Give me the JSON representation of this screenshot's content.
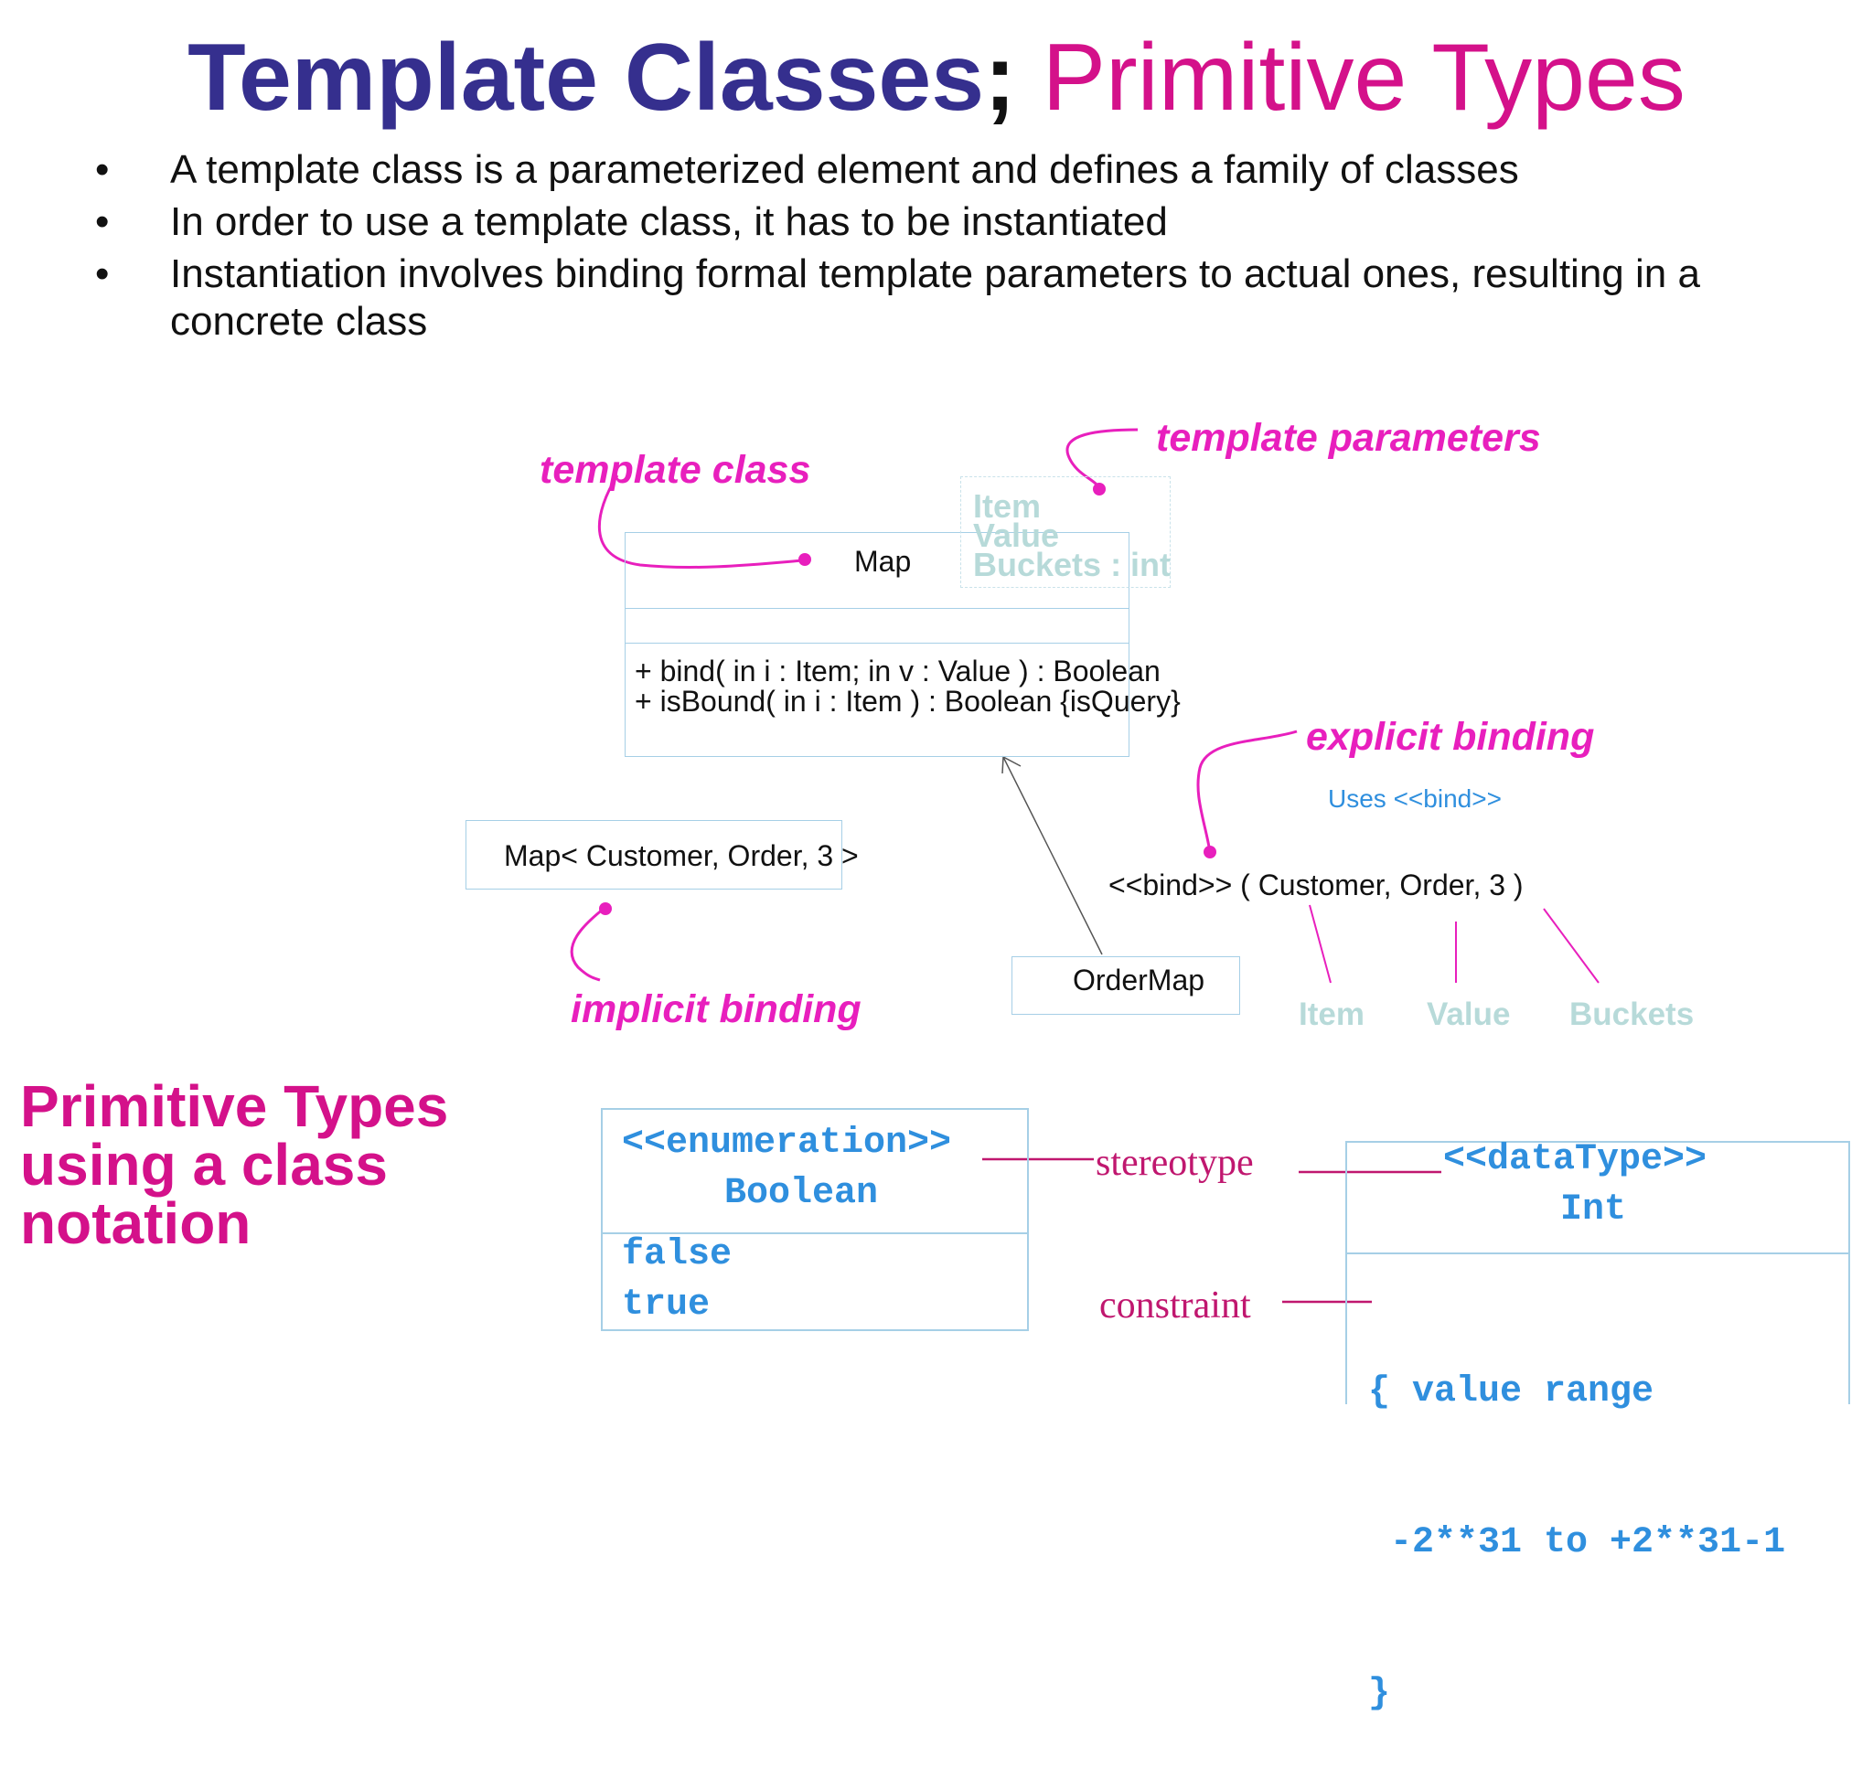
{
  "title": {
    "part1": "Template Classes",
    "separator": ";",
    "part2": "Primitive Types"
  },
  "bullets": [
    "A template class is a parameterized element  and defines a family of classes",
    "In order to use a template class, it has to be instantiated",
    "Instantiation involves binding formal template parameters to actual ones, resulting in a",
    "concrete class"
  ],
  "bullet_symbol": "•",
  "diagram": {
    "annotations": {
      "template_class": "template class",
      "template_parameters": "template parameters",
      "explicit_binding": "explicit binding",
      "implicit_binding": "implicit binding"
    },
    "map_class": {
      "name": "Map",
      "operations": [
        "+ bind( in i : Item; in v : Value ) : Boolean",
        "+ isBound( in i : Item ) : Boolean {isQuery}"
      ]
    },
    "template_params": [
      "Item",
      "Value",
      "Buckets : int"
    ],
    "implicit_class": "Map< Customer, Order, 3  >",
    "ordermap_class": "OrderMap",
    "uses_bind": "Uses <<bind>>",
    "bind_expression": "<<bind>> ( Customer, Order, 3 )",
    "bind_params": [
      "Item",
      "Value",
      "Buckets"
    ]
  },
  "primitive_heading": "Primitive Types using a class notation",
  "boolean_type": {
    "stereotype": "<<enumeration>>",
    "name": "Boolean",
    "literals": [
      "false",
      "true"
    ]
  },
  "int_type": {
    "stereotype": "<<dataType>>",
    "name": "Int",
    "constraint_lines": [
      "{ value range",
      " -2**31 to +2**31-1",
      "}"
    ]
  },
  "labels": {
    "stereotype": "stereotype",
    "constraint": "constraint"
  },
  "colors": {
    "title_blue": "#352f8e",
    "accent_pink": "#d4118a",
    "annotation_magenta": "#e81fbd",
    "box_border": "#a6cfe6",
    "param_teal": "#b7dad9",
    "mono_blue": "#2f8fde",
    "serif_pink": "#c0176f"
  }
}
